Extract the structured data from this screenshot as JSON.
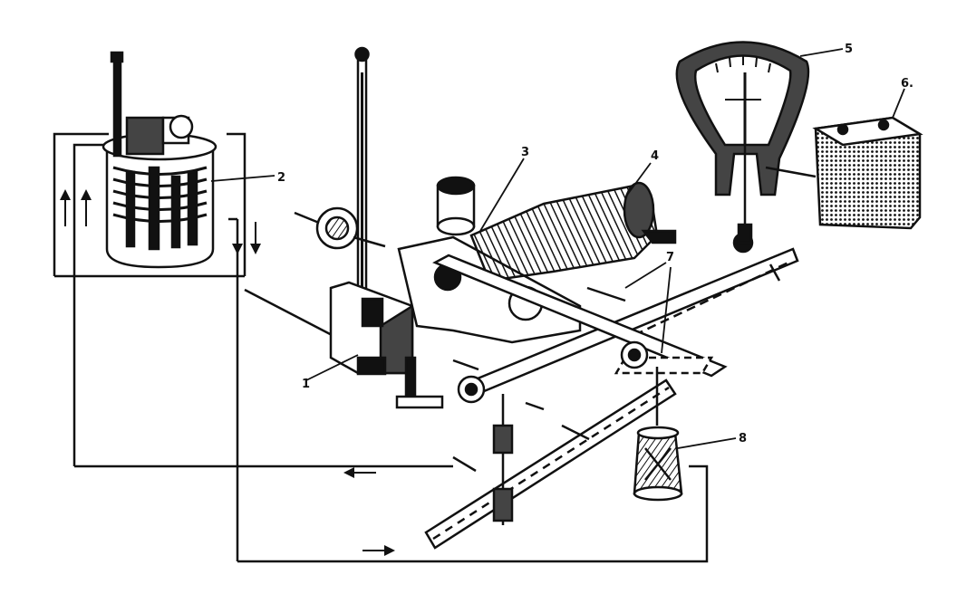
{
  "labels": [
    {
      "id": "1",
      "text": "1"
    },
    {
      "id": "2",
      "text": "2"
    },
    {
      "id": "3",
      "text": "3"
    },
    {
      "id": "4",
      "text": "4"
    },
    {
      "id": "5",
      "text": "5"
    },
    {
      "id": "6",
      "text": "6."
    },
    {
      "id": "7",
      "text": "7"
    },
    {
      "id": "8",
      "text": "8"
    }
  ],
  "colors": {
    "ink": "#111111",
    "paper": "#ffffff",
    "shade": "#444444"
  }
}
